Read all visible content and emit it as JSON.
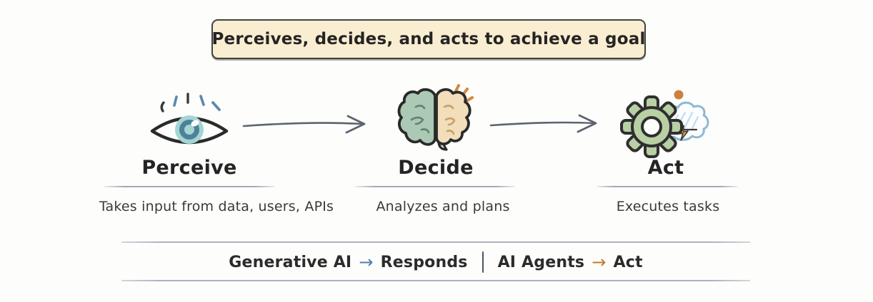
{
  "banner": {
    "text": "Perceives, decides, and acts to achieve a goal"
  },
  "steps": [
    {
      "title": "Perceive",
      "description": "Takes input from data, users, APIs",
      "icon": "eye-icon"
    },
    {
      "title": "Decide",
      "description": "Analyzes and plans",
      "icon": "brain-icon"
    },
    {
      "title": "Act",
      "description": "Executes tasks",
      "icon": "gear-cloud-icon"
    }
  ],
  "flow": {
    "connector_icon": "right-arrow"
  },
  "comparison": {
    "left": {
      "subject": "Generative AI",
      "arrow": "→",
      "result": "Responds"
    },
    "right": {
      "subject": "AI Agents",
      "arrow": "→",
      "result": "Act"
    }
  },
  "colors": {
    "background": "#fdfdfc",
    "banner_fill": "#faeed2",
    "banner_border": "#43423b",
    "outline_dark": "#2d2d2d",
    "connector_gray": "#5b6470",
    "generative_arrow_blue": "#4a80b0",
    "agents_arrow_orange": "#c7792f",
    "eye_iris_teal": "#a3d6d0",
    "eye_pupil_blue": "#4f819c",
    "lash_blue": "#5b87ad",
    "brain_left_green": "#abc9b4",
    "brain_right_cream": "#f3debb",
    "spark_orange": "#d4883b",
    "gear_green": "#b8d0a4",
    "dot_orange": "#cd7f3e",
    "cloud_blue": "#8fb8d4",
    "bolt_orange": "#e6a33c"
  }
}
